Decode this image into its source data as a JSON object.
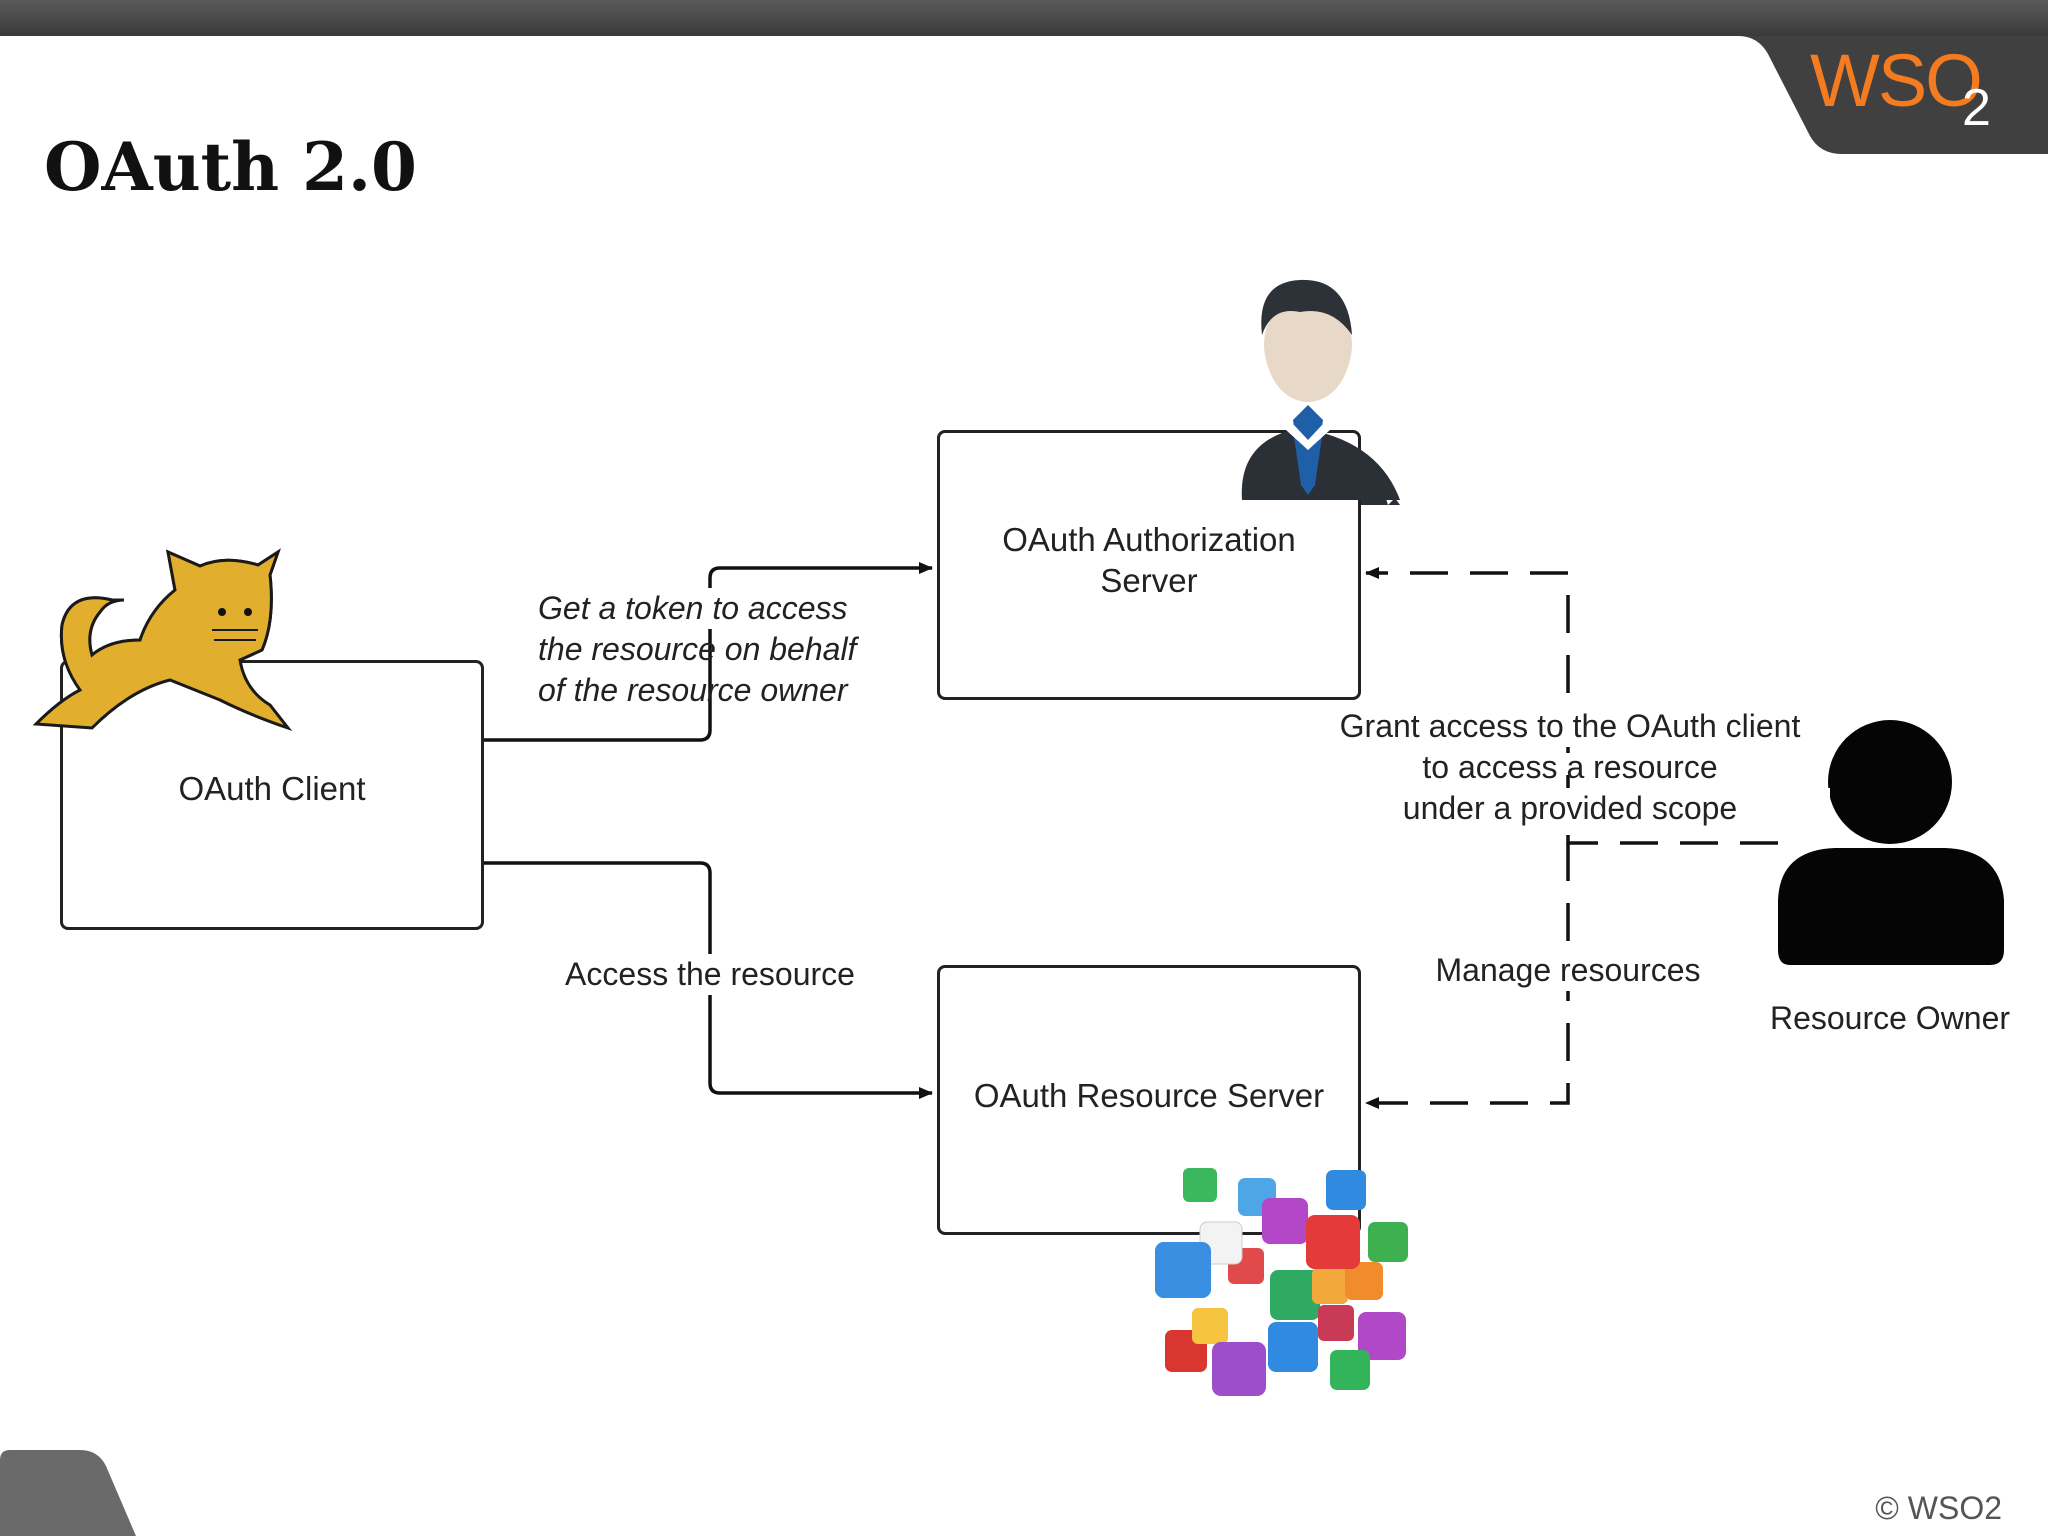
{
  "slide": {
    "title": "OAuth 2.0",
    "logo_text": "WSO",
    "logo_subscript": "2",
    "copyright": "© WSO2"
  },
  "nodes": {
    "client": {
      "label": "OAuth Client",
      "icon": "tomcat-cat-icon"
    },
    "auth_server": {
      "label_line1": "OAuth Authorization",
      "label_line2": "Server",
      "icon": "businessman-icon"
    },
    "resource_server": {
      "label": "OAuth Resource Server",
      "icon": "app-icons-cluster"
    },
    "owner": {
      "label": "Resource Owner",
      "icon": "user-silhouette-icon"
    }
  },
  "edges": {
    "get_token": {
      "line1": "Get a token to access",
      "line2": "the resource on behalf",
      "line3": "of the resource owner"
    },
    "access_resource": {
      "label": "Access the resource"
    },
    "grant_access": {
      "line1": "Grant access to the OAuth client",
      "line2": "to access a resource",
      "line3": "under a provided scope"
    },
    "manage_resources": {
      "label": "Manage resources"
    }
  },
  "colors": {
    "accent": "#f47b20",
    "dark_band": "#3a3a3a",
    "stroke": "#222222"
  }
}
